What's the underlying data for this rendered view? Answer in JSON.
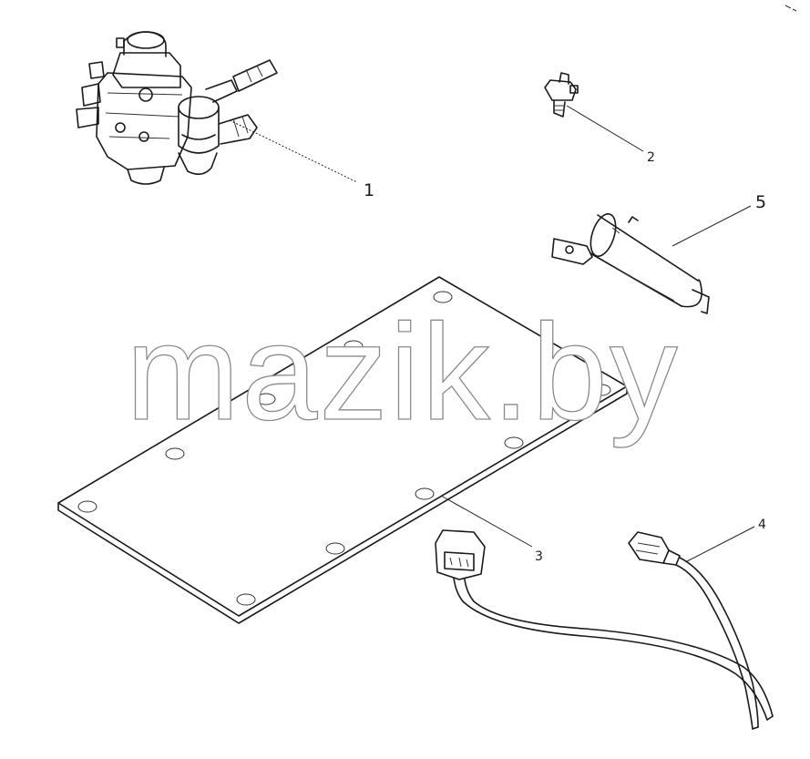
{
  "watermark": "mazik.by",
  "callouts": [
    {
      "id": "1",
      "label": "1"
    },
    {
      "id": "2",
      "label": "2"
    },
    {
      "id": "3",
      "label": "3"
    },
    {
      "id": "4",
      "label": "4"
    },
    {
      "id": "5",
      "label": "5"
    }
  ]
}
